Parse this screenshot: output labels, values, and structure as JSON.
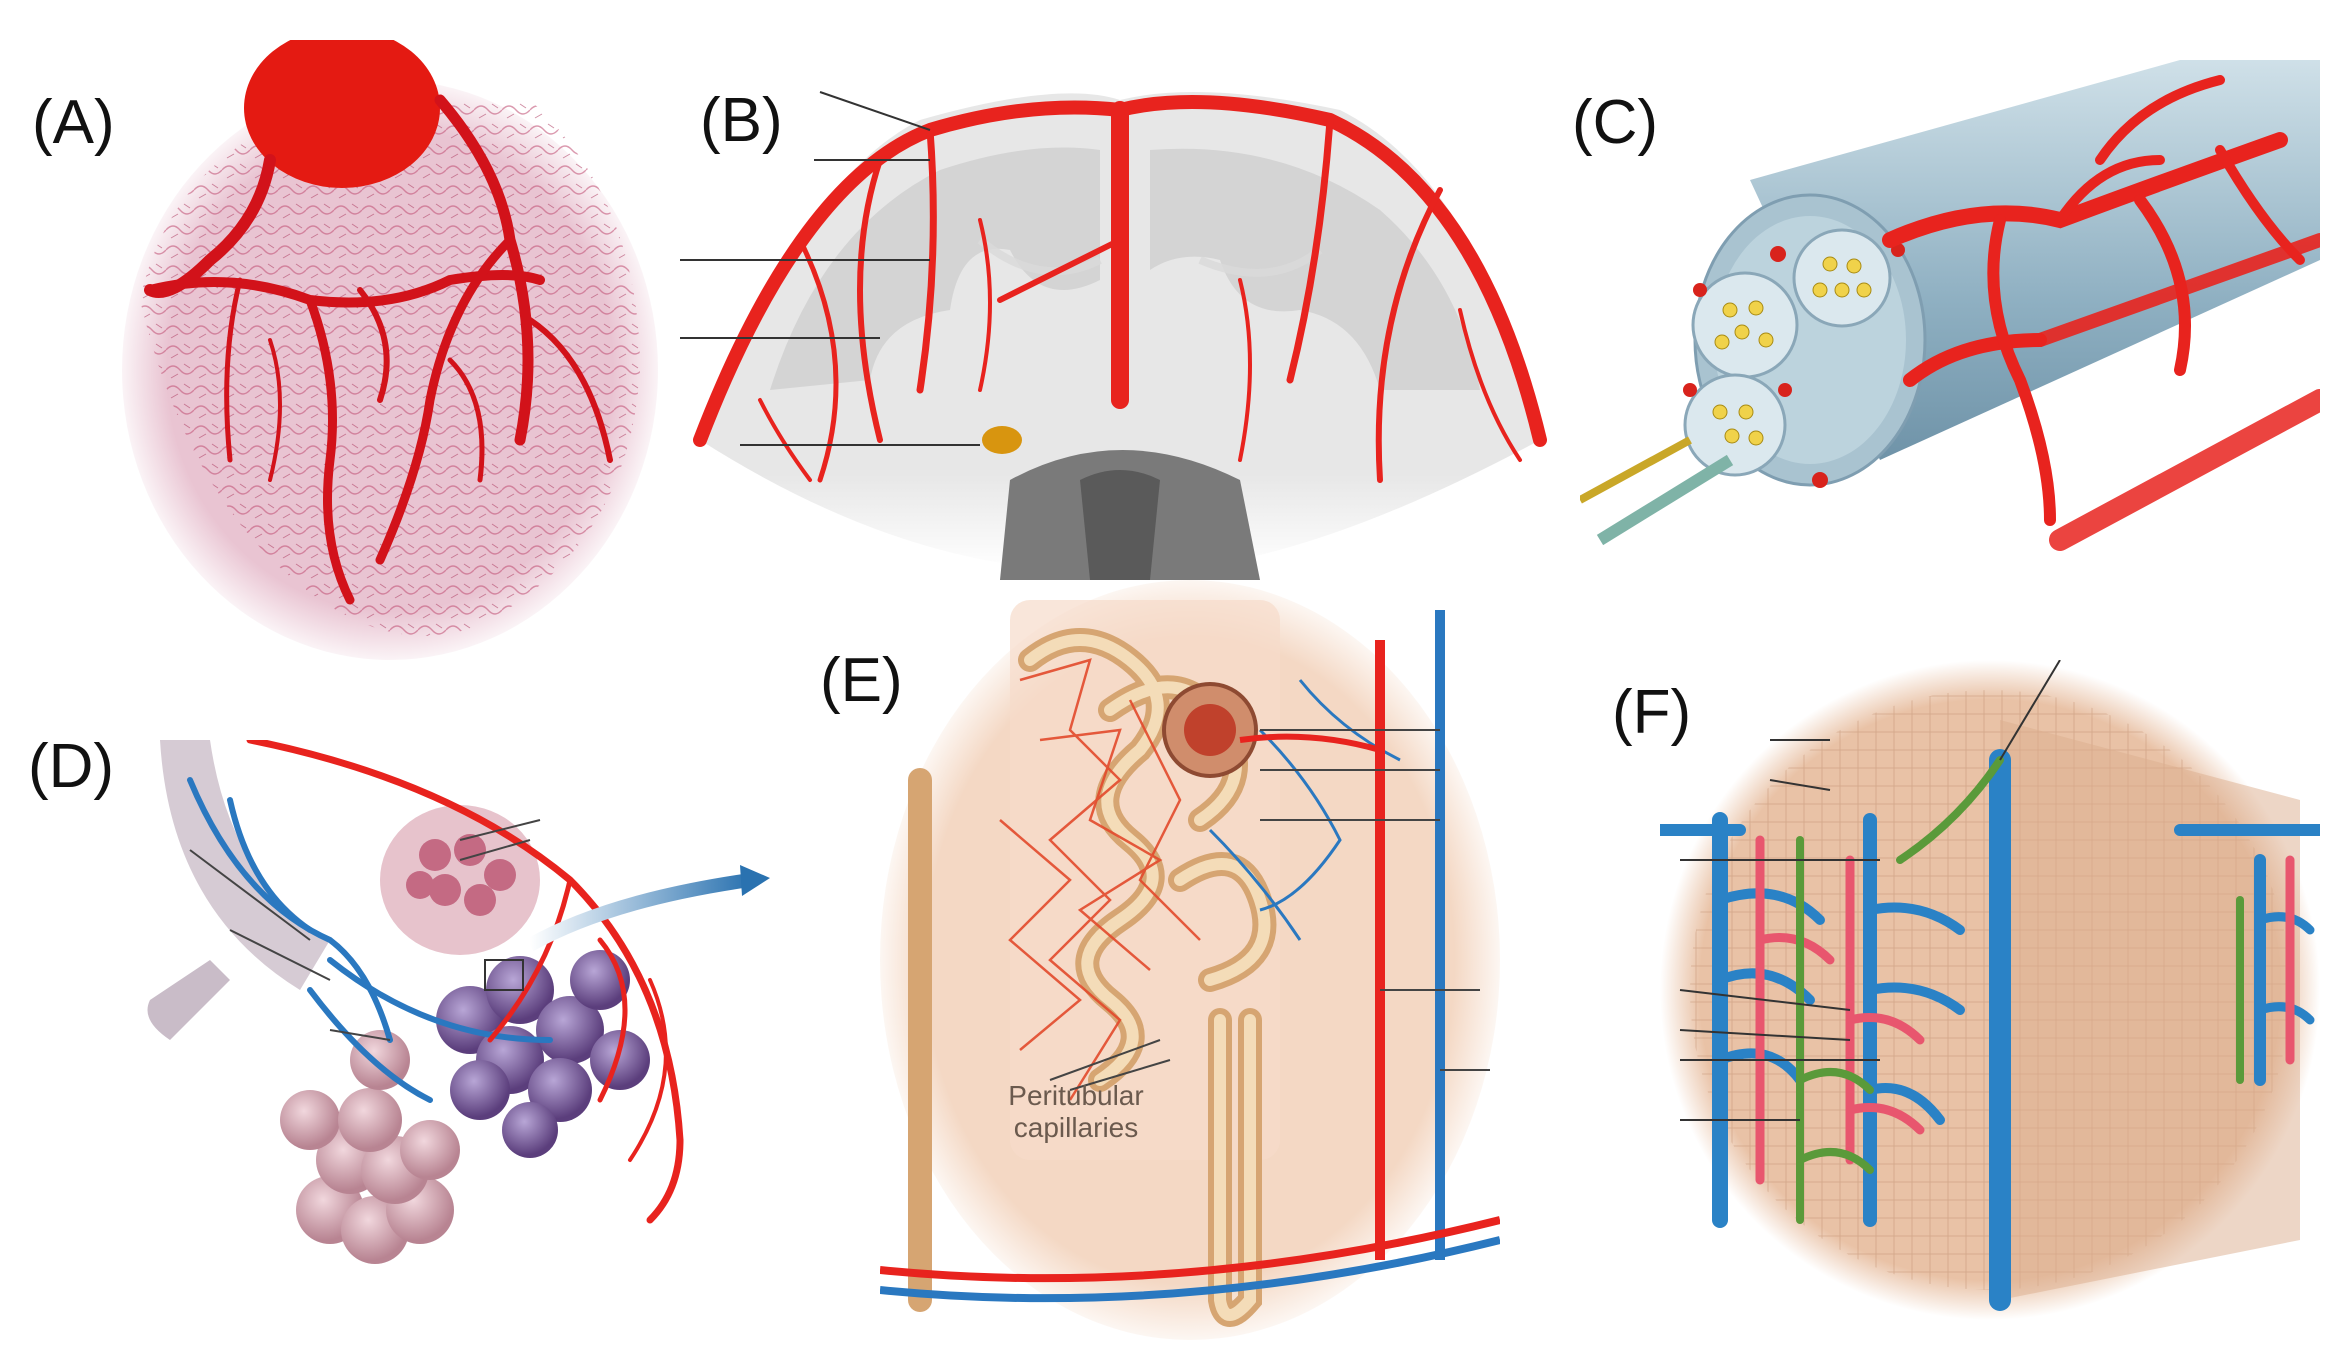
{
  "panels": [
    {
      "label": "(A)",
      "subject": "heart"
    },
    {
      "label": "(B)",
      "subject": "brain"
    },
    {
      "label": "(C)",
      "subject": "nerve"
    },
    {
      "label": "(D)",
      "subject": "lung"
    },
    {
      "label": "(E)",
      "subject": "kidney"
    },
    {
      "label": "(F)",
      "subject": "liver"
    }
  ],
  "annotations": {
    "kidney_caption_line1": "Peritubular",
    "kidney_caption_line2": "capillaries"
  },
  "colors": {
    "artery": "#e8231e",
    "vein": "#2a82c6",
    "bile": "#5a9a3a",
    "heart_tissue": "#e9c4d2",
    "brain_grey": "#9a9a9a",
    "brain_light": "#dcdcdc",
    "nerve_sheath": "#9fb9c7",
    "kidney_tubule": "#e4c49a",
    "liver_tissue": "#e9c2a6"
  }
}
